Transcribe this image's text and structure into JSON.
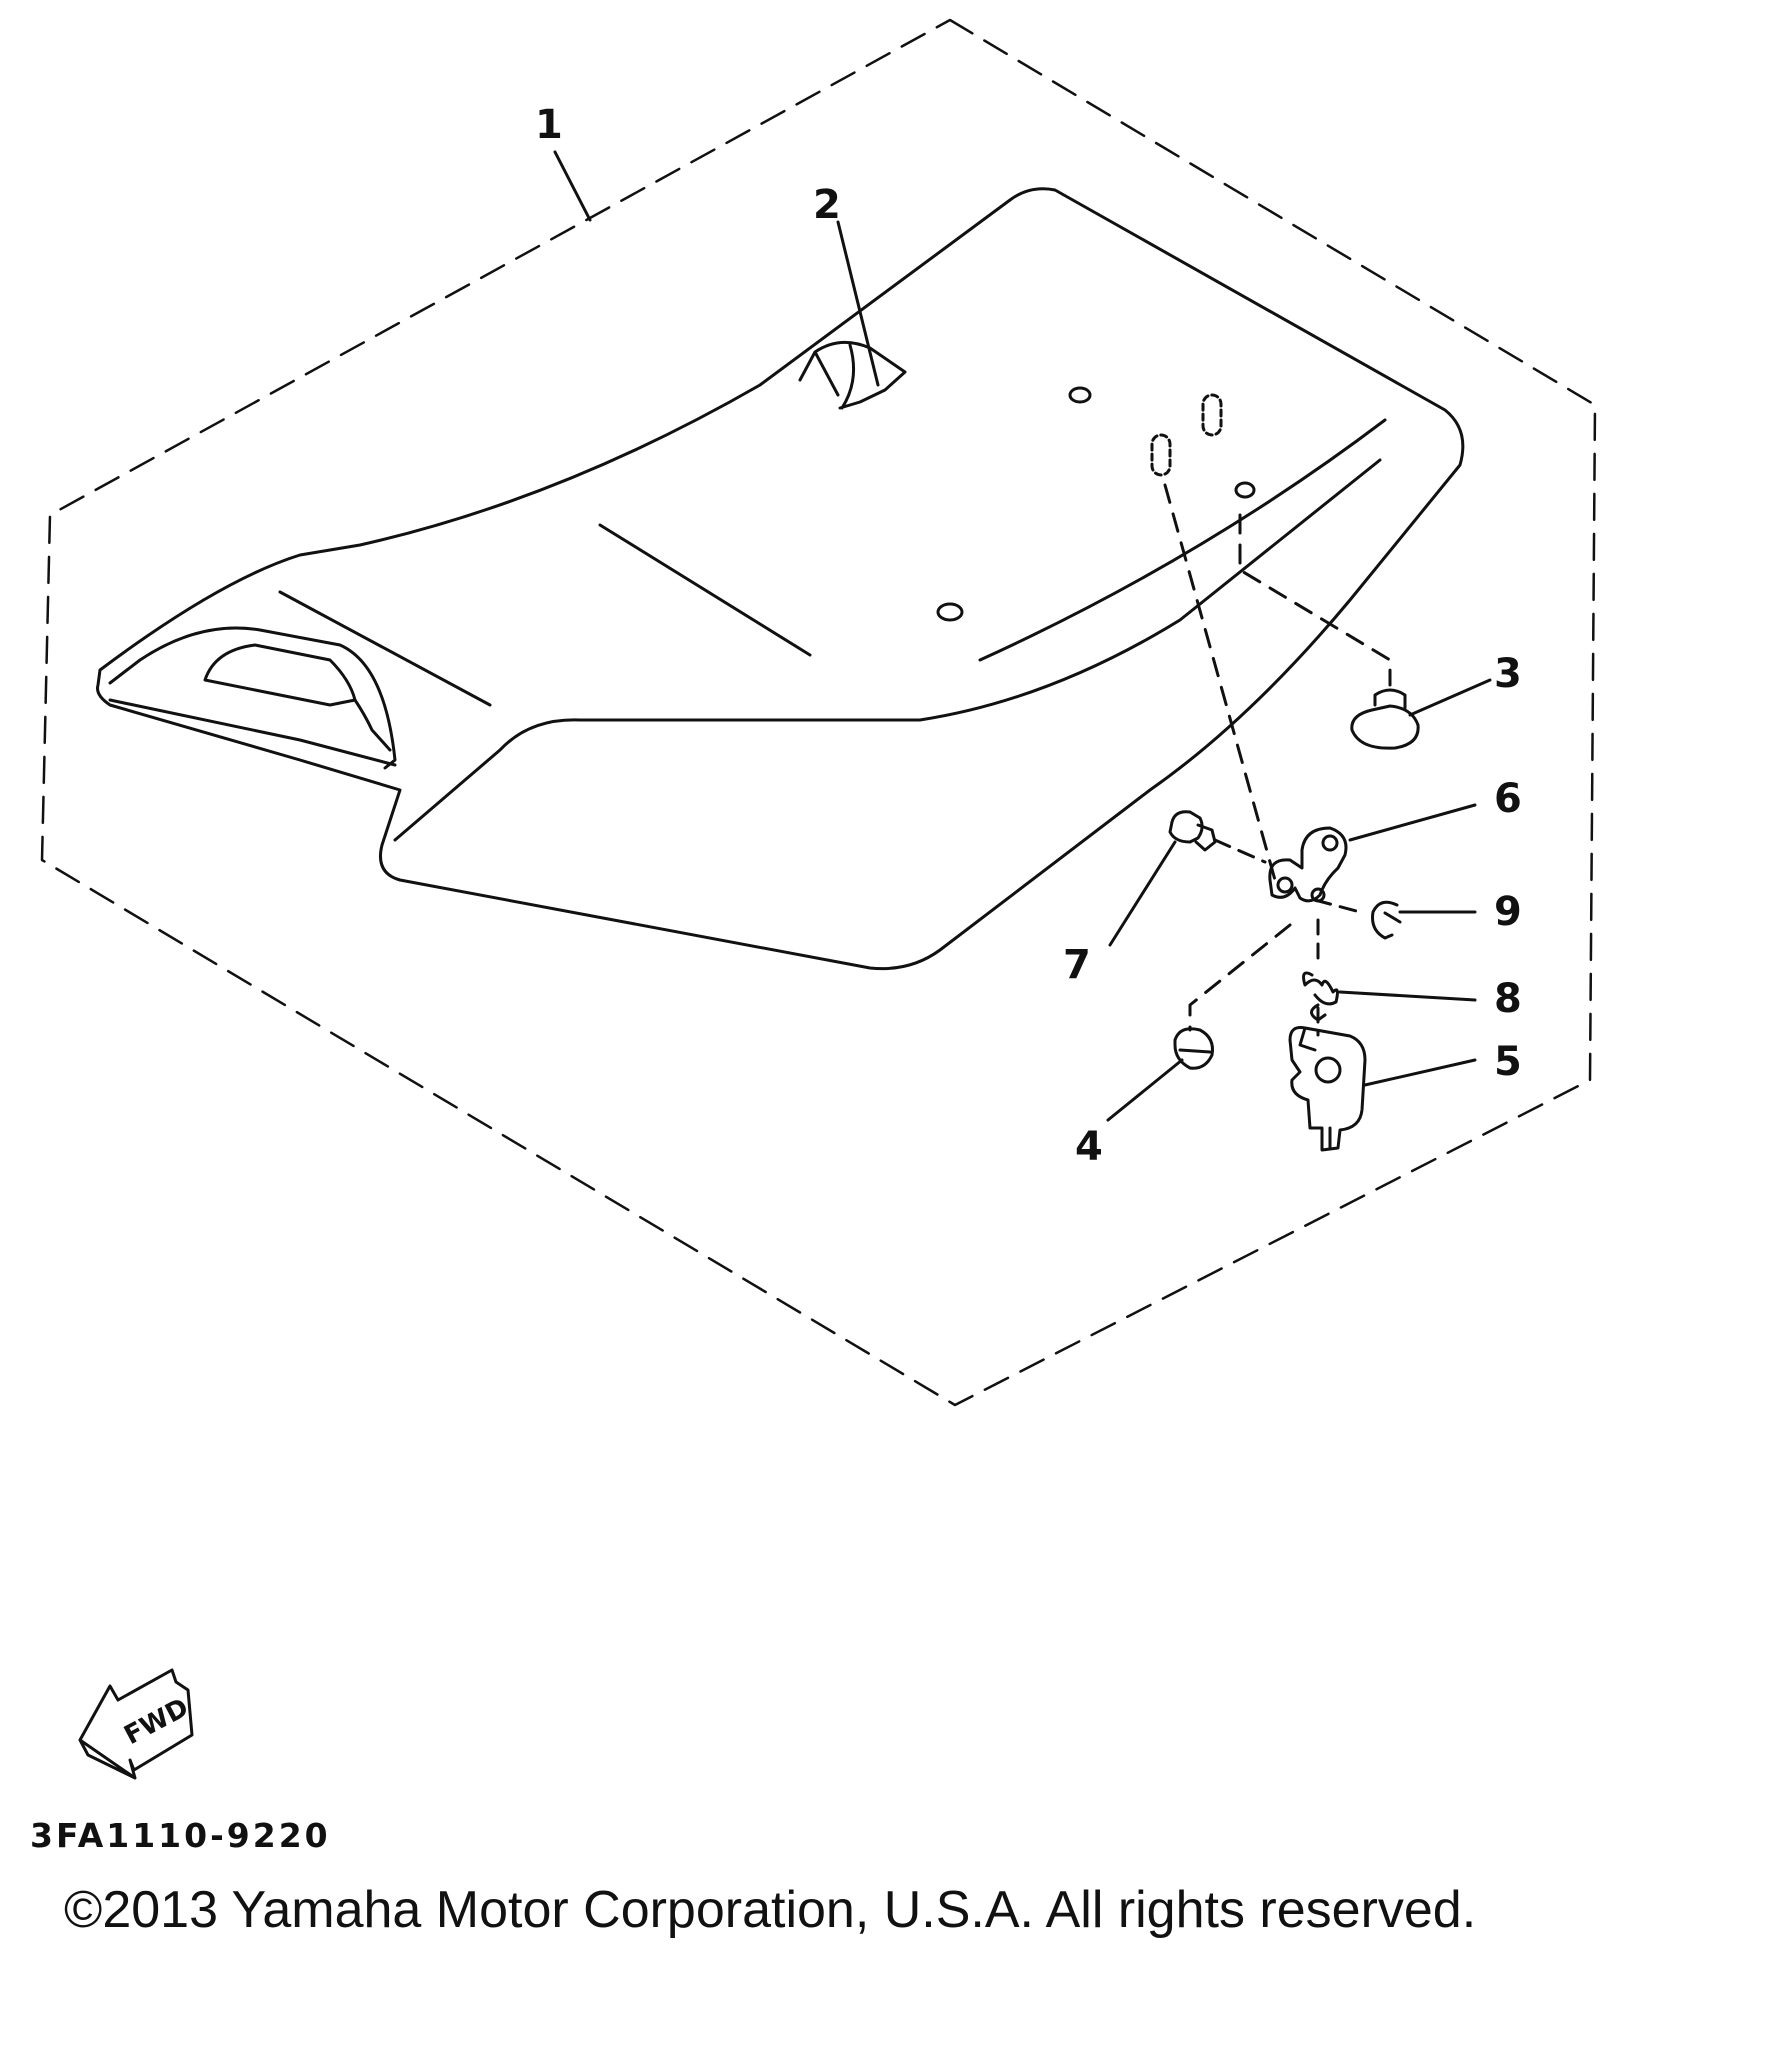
{
  "callouts": {
    "c1": "1",
    "c2": "2",
    "c3": "3",
    "c4": "4",
    "c5": "5",
    "c6": "6",
    "c7": "7",
    "c8": "8",
    "c9": "9"
  },
  "fwd_label": "FWD",
  "part_code": "3FA1110-9220",
  "copyright": "©2013 Yamaha Motor Corporation, U.S.A. All rights reserved.",
  "colors": {
    "line": "#111111",
    "background": "#ffffff"
  }
}
